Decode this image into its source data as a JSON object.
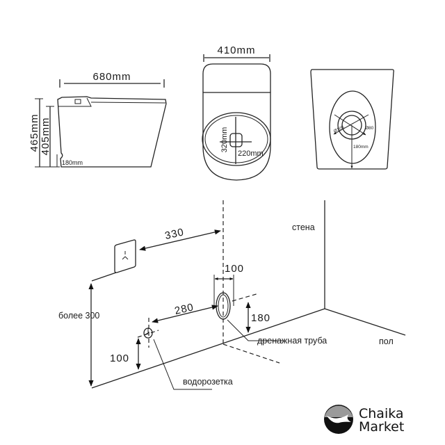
{
  "side_view": {
    "length": "680mm",
    "height_total": "465mm",
    "height_seat": "405mm",
    "outlet_height": "180mm"
  },
  "top_view": {
    "width": "410mm",
    "opening_length": "320mm",
    "opening_width": "220mm"
  },
  "bottom_view": {
    "outer_diameter": "Ø105",
    "inner_diameter": "Ø80",
    "outlet_distance": "180mm"
  },
  "installation": {
    "panel_distance": "330",
    "panel_height": "более 300",
    "drain_width": "100",
    "drain_height": "180",
    "water_distance": "280",
    "water_height": "100",
    "label_wall": "стена",
    "label_floor": "пол",
    "label_drain": "дренажная труба",
    "label_water": "водорозетка"
  },
  "logo": {
    "line1": "Chaika",
    "line2": "Market"
  }
}
